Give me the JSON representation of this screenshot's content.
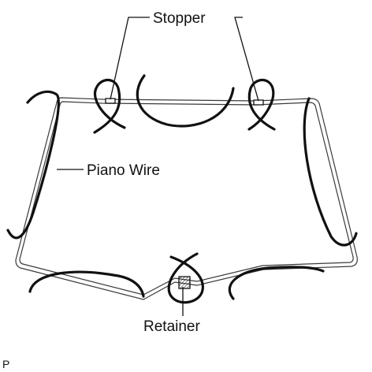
{
  "labels": {
    "stopper": "Stopper",
    "piano_wire": "Piano Wire",
    "retainer": "Retainer",
    "corner_mark": "P"
  }
}
